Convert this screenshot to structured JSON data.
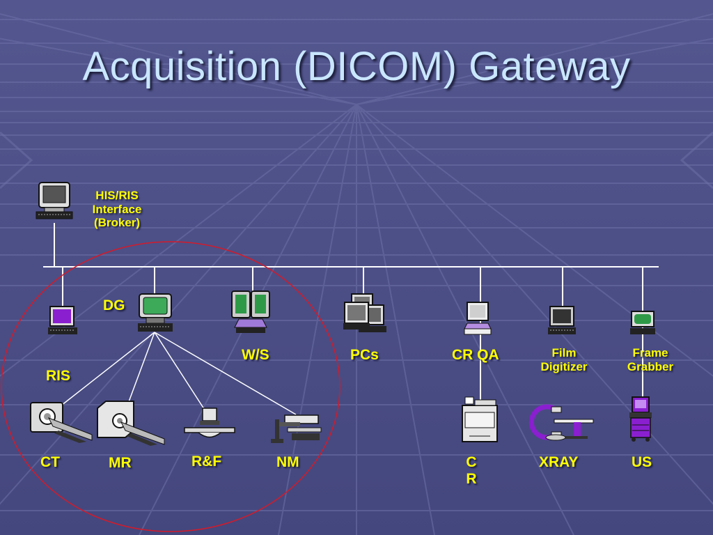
{
  "title": "Acquisition (DICOM) Gateway",
  "colors": {
    "background": "#4a4d86",
    "title": "#c9e6ff",
    "labels": "#ffff00",
    "network_line": "#ffffff",
    "ellipse": "#d41a2a",
    "monitor_screen_green": "#3daa5a",
    "monitor_screen_purple": "#8a1fd0"
  },
  "labels": {
    "his_ris": [
      "HIS/RIS",
      "Interface",
      "(Broker)"
    ],
    "dg": "DG",
    "ris": "RIS",
    "ws": "W/S",
    "pcs": "PCs",
    "cr_qa": "CR QA",
    "film_digitizer": [
      "Film",
      "Digitizer"
    ],
    "frame_grabber": [
      "Frame",
      "Grabber"
    ],
    "ct": "CT",
    "mr": "MR",
    "rf": "R&F",
    "nm": "NM",
    "cr": [
      "C",
      "R"
    ],
    "xray": "XRAY",
    "us": "US"
  },
  "icons": {
    "his_ris_workstation": "computer-workstation-icon",
    "ris_terminal": "purple-terminal-icon",
    "dg_workstation": "green-workstation-icon",
    "ws_dual_monitor": "dual-monitor-workstation-icon",
    "pcs": "stacked-pcs-icon",
    "cr_qa_station": "cr-qa-workstation-icon",
    "film_digitizer": "film-digitizer-icon",
    "frame_grabber": "frame-grabber-icon",
    "ct_scanner": "ct-scanner-icon",
    "mr_scanner": "mr-scanner-icon",
    "rf_unit": "rf-unit-icon",
    "nm_camera": "nm-camera-icon",
    "cr_reader": "cr-reader-icon",
    "xray_c_arm": "c-arm-xray-icon",
    "us_cart": "ultrasound-cart-icon"
  }
}
